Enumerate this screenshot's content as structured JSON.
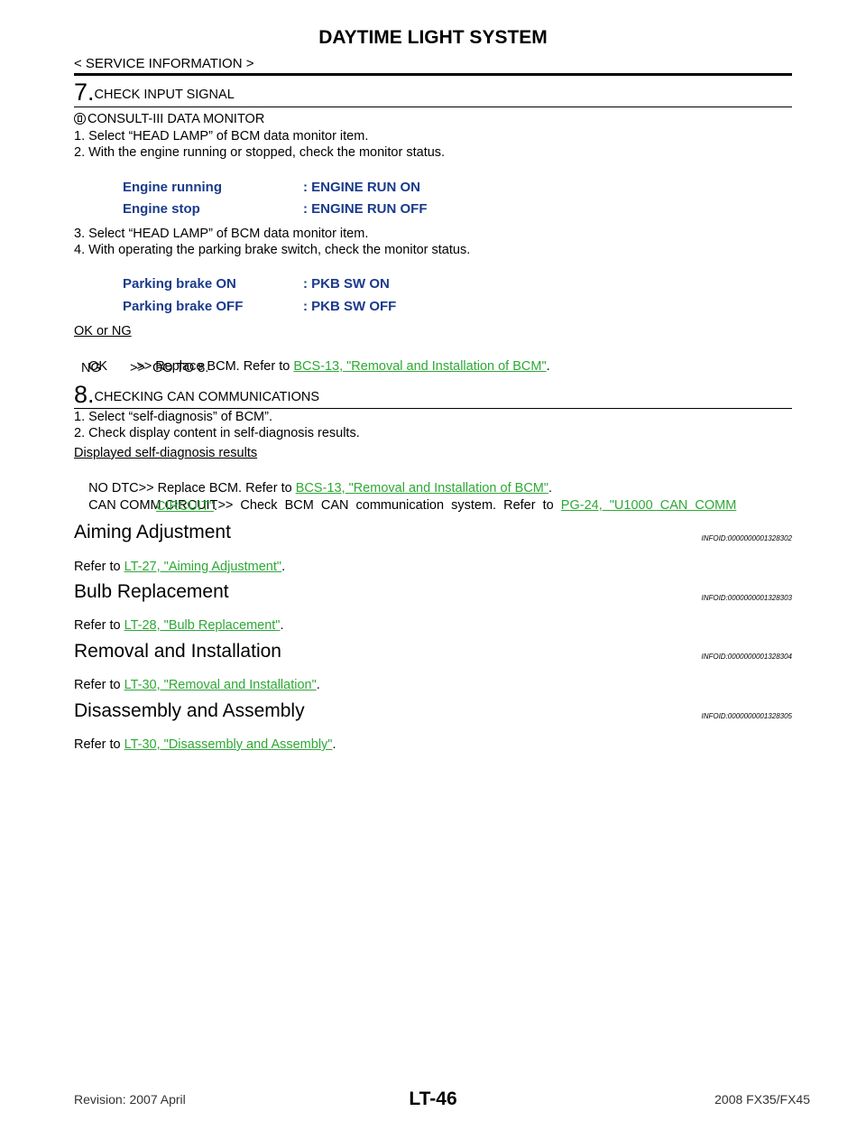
{
  "header": {
    "title": "DAYTIME LIGHT SYSTEM",
    "breadcrumb": "< SERVICE INFORMATION >"
  },
  "step7": {
    "number": "7.",
    "title": "CHECK INPUT SIGNAL",
    "consult": "CONSULT-III DATA MONITOR",
    "s1": "1.  Select “HEAD LAMP” of BCM data monitor item.",
    "s2": "2.  With the engine running or stopped, check the monitor status.",
    "spec1": [
      {
        "label": "Engine running",
        "value": ": ENGINE RUN ON"
      },
      {
        "label": "Engine stop",
        "value": ": ENGINE RUN OFF"
      }
    ],
    "s3": "3.  Select “HEAD LAMP” of BCM data monitor item.",
    "s4": "4.  With operating the parking brake switch, check the monitor status.",
    "spec2": [
      {
        "label": "Parking brake ON",
        "value": ": PKB SW ON"
      },
      {
        "label": "Parking brake OFF",
        "value": ": PKB SW OFF"
      }
    ],
    "result_title": "OK or NG",
    "ok_prefix": "OK        >> Replace BCM. Refer to ",
    "ok_link": "BCS-13, \"Removal and Installation of BCM\"",
    "ok_suffix": ".",
    "ng": "NG        >>  GO TO 8."
  },
  "step8": {
    "number": "8.",
    "title": "CHECKING CAN COMMUNICATIONS",
    "s1": "1.  Select “self-diagnosis” of BCM”.",
    "s2": "2.  Check display content in self-diagnosis results.",
    "result_title": "Displayed self-diagnosis results",
    "nodtc_prefix": "NO DTC>> Replace BCM. Refer to ",
    "nodtc_link": "BCS-13, \"Removal and Installation of BCM\"",
    "nodtc_suffix": ".",
    "can_prefix": "CAN COMM CIRCUIT>>  Check  BCM  CAN  communication  system.  Refer  to  ",
    "can_link1": "PG-24,  \"U1000  CAN  COMM",
    "can_link2": "CIRCUIT\"",
    "can_suffix": "."
  },
  "sections": [
    {
      "title": "Aiming Adjustment",
      "infoid": "INFOID:0000000001328302",
      "ref_prefix": "Refer to ",
      "ref_link": "LT-27, \"Aiming Adjustment\"",
      "ref_suffix": "."
    },
    {
      "title": "Bulb Replacement",
      "infoid": "INFOID:0000000001328303",
      "ref_prefix": "Refer to ",
      "ref_link": "LT-28, \"Bulb Replacement\"",
      "ref_suffix": "."
    },
    {
      "title": "Removal and Installation",
      "infoid": "INFOID:0000000001328304",
      "ref_prefix": "Refer to ",
      "ref_link": "LT-30, \"Removal and Installation\"",
      "ref_suffix": "."
    },
    {
      "title": "Disassembly and Assembly",
      "infoid": "INFOID:0000000001328305",
      "ref_prefix": "Refer to ",
      "ref_link": "LT-30, \"Disassembly and Assembly\"",
      "ref_suffix": "."
    }
  ],
  "footer": {
    "revision": "Revision: 2007 April",
    "page": "LT-46",
    "model": "2008 FX35/FX45"
  }
}
